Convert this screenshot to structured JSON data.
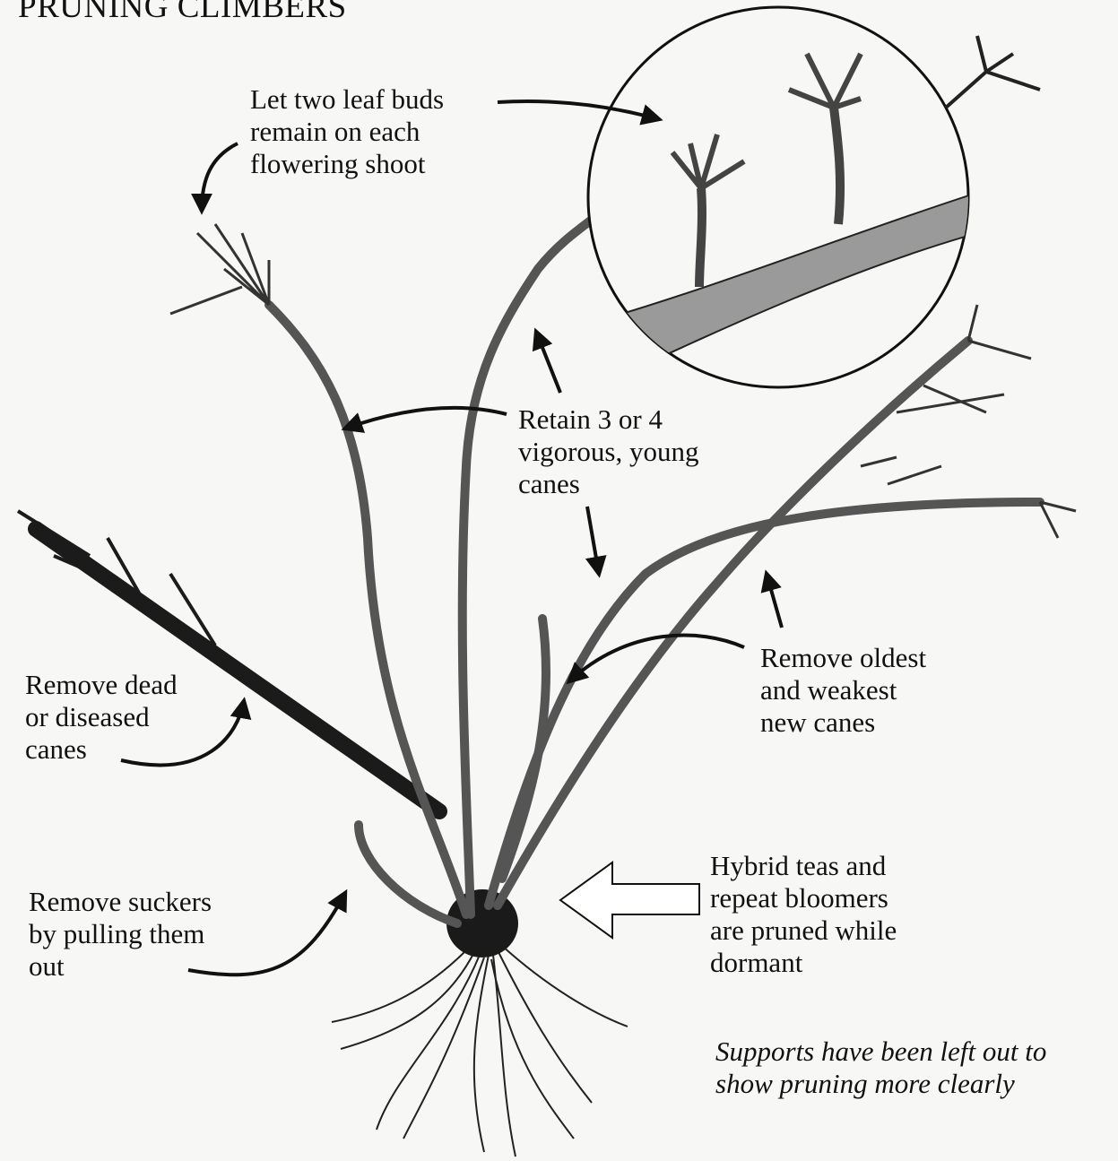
{
  "title": "PRUNING CLIMBERS",
  "labels": {
    "leaf_buds": [
      "Let two leaf buds",
      "remain on each",
      "flowering shoot"
    ],
    "retain": [
      "Retain 3 or 4",
      "vigorous, young",
      "canes"
    ],
    "remove_oldest": [
      "Remove oldest",
      "and weakest",
      "new canes"
    ],
    "remove_dead": [
      "Remove dead",
      "or diseased",
      "canes"
    ],
    "remove_suckers": [
      "Remove suckers",
      "by pulling them",
      "out"
    ],
    "hybrid": [
      "Hybrid teas and",
      "repeat bloomers",
      "are pruned while",
      "dormant"
    ]
  },
  "note": [
    "Supports have been left out to",
    "show pruning more clearly"
  ],
  "colors": {
    "ink": "#111111",
    "paper": "#f7f7f5",
    "cane": "#555555"
  }
}
